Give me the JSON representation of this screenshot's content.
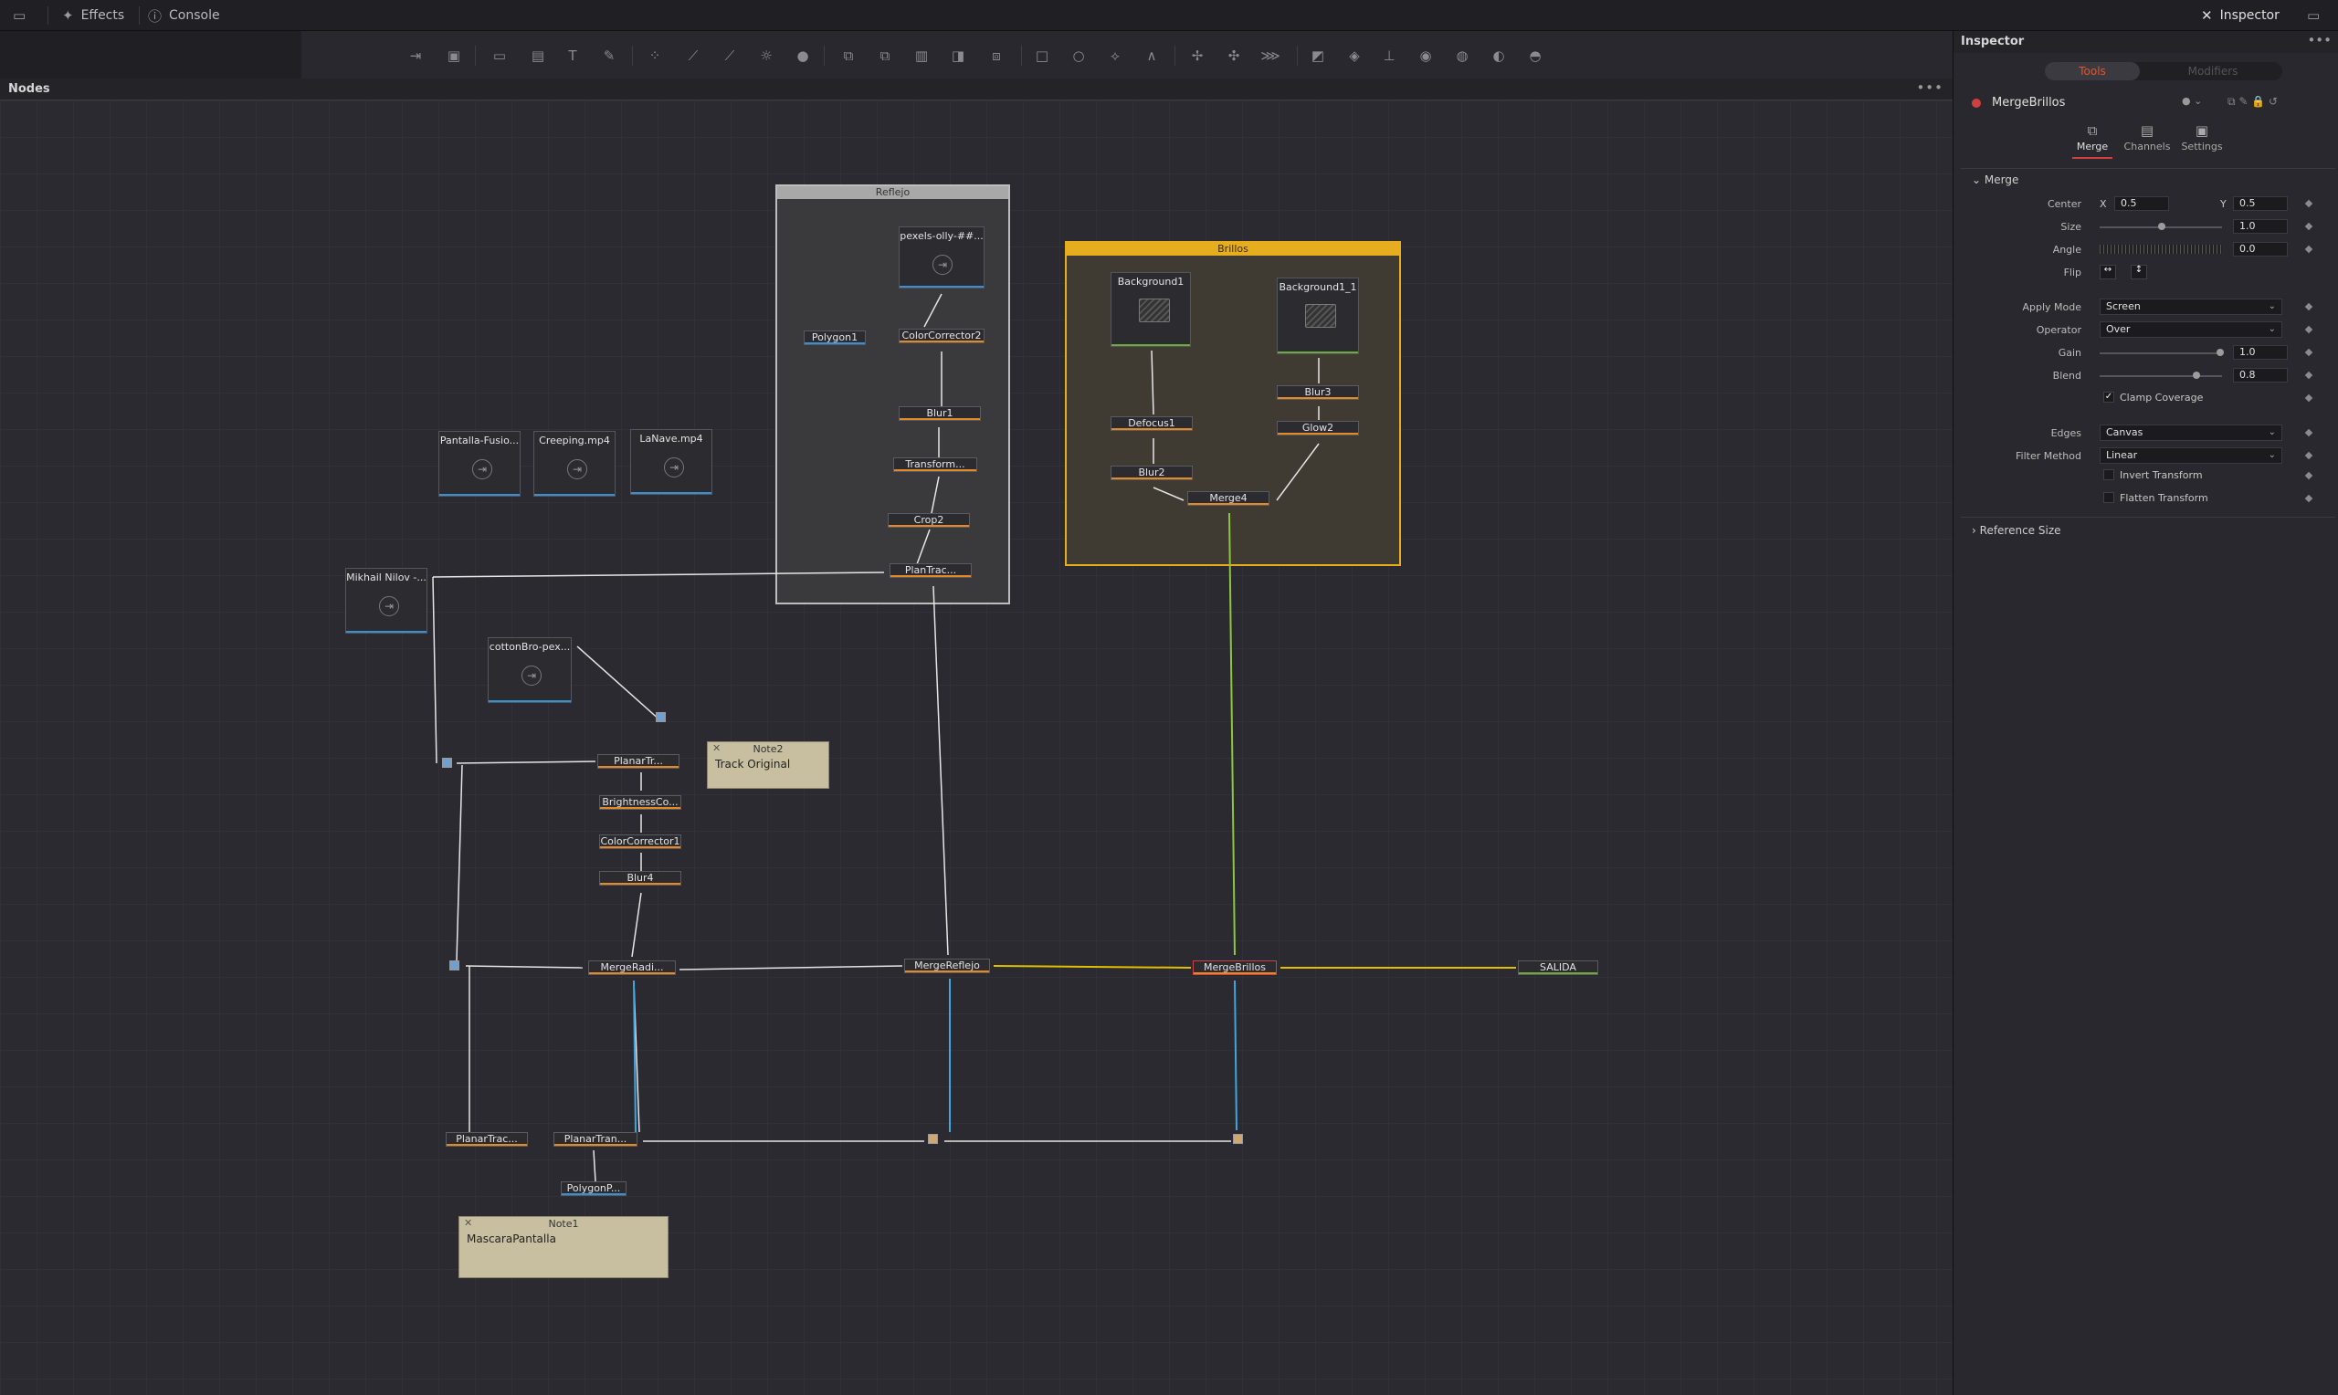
{
  "topbar": {
    "effects_label": "Effects",
    "console_label": "Console",
    "inspector_label": "Inspector"
  },
  "nodes_panel": {
    "title": "Nodes",
    "groups": {
      "reflejo": "Reflejo",
      "brillos": "Brillos"
    },
    "nodes": {
      "pexels": "pexels-olly-##...",
      "polygon1": "Polygon1",
      "colorcorrector2": "ColorCorrector2",
      "blur1": "Blur1",
      "transform": "Transform...",
      "crop2": "Crop2",
      "plantrac": "PlanTrac...",
      "background1": "Background1",
      "background1_1": "Background1_1",
      "defocus1": "Defocus1",
      "blur3": "Blur3",
      "glow2": "Glow2",
      "blur2": "Blur2",
      "merge4": "Merge4",
      "pantalla": "Pantalla-Fusio...",
      "creeping": "Creeping.mp4",
      "lanave": "LaNave.mp4",
      "mikhail": "Mikhail Nilov -...",
      "cottonbro": "cottonBro-pex...",
      "planartr": "PlanarTr...",
      "brightnessco": "BrightnessCo...",
      "colorcorrector1": "ColorCorrector1",
      "blur4": "Blur4",
      "mergeradi": "MergeRadi...",
      "mergereflejo": "MergeReflejo",
      "mergebrillos": "MergeBrillos",
      "salida": "SALIDA",
      "planartrac_a": "PlanarTrac...",
      "planartran_b": "PlanarTran...",
      "polygonp": "PolygonP..."
    },
    "notes": {
      "note2_title": "Note2",
      "note2_text": "Track Original",
      "note1_title": "Note1",
      "note1_text": "MascaraPantalla"
    }
  },
  "inspector": {
    "title": "Inspector",
    "tabs": {
      "tools": "Tools",
      "modifiers": "Modifiers"
    },
    "tool_name": "MergeBrillos",
    "subtabs": {
      "merge": "Merge",
      "channels": "Channels",
      "settings": "Settings"
    },
    "section_merge": "Merge",
    "params": {
      "center_label": "Center",
      "x_label": "X",
      "x_value": "0.5",
      "y_label": "Y",
      "y_value": "0.5",
      "size_label": "Size",
      "size_value": "1.0",
      "angle_label": "Angle",
      "angle_value": "0.0",
      "flip_label": "Flip",
      "apply_mode_label": "Apply Mode",
      "apply_mode_value": "Screen",
      "operator_label": "Operator",
      "operator_value": "Over",
      "gain_label": "Gain",
      "gain_value": "1.0",
      "blend_label": "Blend",
      "blend_value": "0.8",
      "clamp_label": "Clamp Coverage",
      "edges_label": "Edges",
      "edges_value": "Canvas",
      "filter_label": "Filter Method",
      "filter_value": "Linear",
      "invert_label": "Invert Transform",
      "flatten_label": "Flatten Transform"
    },
    "section_reference": "Reference Size"
  },
  "colors": {
    "accent_red": "#d23f3f",
    "brillos_group": "#e6ad1e",
    "wire_yellow": "#e0c000",
    "wire_green": "#8ec63f",
    "wire_blue": "#3fa6e0"
  }
}
